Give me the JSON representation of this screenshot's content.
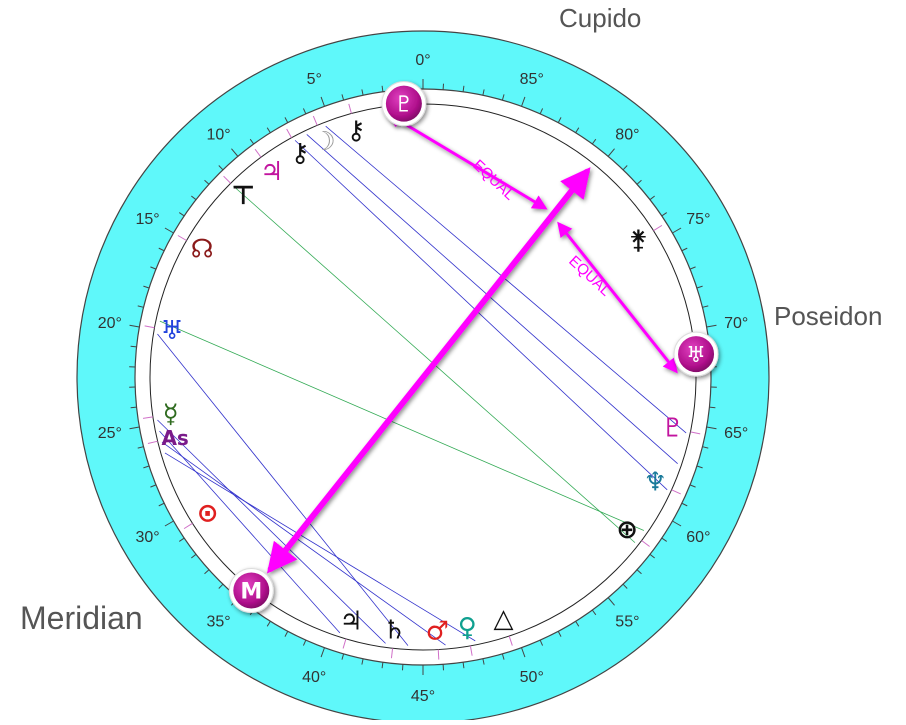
{
  "chart": {
    "center_labels": {
      "cupido": "Cupido",
      "poseidon": "Poseidon",
      "meridian": "Meridian"
    },
    "equal_labels": [
      "EQUAL",
      "EQUAL"
    ],
    "colors": {
      "ring": "#5ff8fa",
      "arrow": "#ff00ff",
      "aspect_line_blue": "#3333cc",
      "aspect_line_green": "#33aa55",
      "badge": "#c2149f",
      "tick": "#d070c8"
    },
    "degree_labels": [
      {
        "text": "0°",
        "deg": 0
      },
      {
        "text": "5°",
        "deg": 5
      },
      {
        "text": "10°",
        "deg": 10
      },
      {
        "text": "15°",
        "deg": 15
      },
      {
        "text": "20°",
        "deg": 20
      },
      {
        "text": "25°",
        "deg": 25
      },
      {
        "text": "30°",
        "deg": 30
      },
      {
        "text": "35°",
        "deg": 35
      },
      {
        "text": "40°",
        "deg": 40
      },
      {
        "text": "45°",
        "deg": 45
      },
      {
        "text": "50°",
        "deg": 50
      },
      {
        "text": "55°",
        "deg": 55
      },
      {
        "text": "60°",
        "deg": 60
      },
      {
        "text": "65°",
        "deg": 65
      },
      {
        "text": "70°",
        "deg": 70
      },
      {
        "text": "75°",
        "deg": 75
      },
      {
        "text": "80°",
        "deg": 80
      },
      {
        "text": "85°",
        "deg": 85
      }
    ],
    "badges": [
      {
        "name": "cupido-badge",
        "glyph": "♇",
        "deg": 1.0
      },
      {
        "name": "poseidon-badge",
        "glyph": "♅",
        "deg": 68.7
      },
      {
        "name": "meridian-badge",
        "glyph": "M",
        "deg": 35.3
      }
    ],
    "bodies": [
      {
        "name": "apollon-glyph",
        "glyph": "⚷",
        "deg": 3.8,
        "color": "#111111"
      },
      {
        "name": "moon-glyph",
        "glyph": "☽",
        "deg": 5.7,
        "color": "#9a9a9a"
      },
      {
        "name": "chiron-glyph",
        "glyph": "⚷",
        "deg": 7.2,
        "color": "#111111"
      },
      {
        "name": "jupiter-glyph",
        "glyph": "♃",
        "deg": 9.1,
        "color": "#c2149f"
      },
      {
        "name": "hades-glyph",
        "glyph": "⊤",
        "deg": 11.2,
        "color": "#111111"
      },
      {
        "name": "north-node-glyph",
        "glyph": "☊",
        "deg": 15.0,
        "color": "#8b1a1a"
      },
      {
        "name": "uranus-glyph",
        "glyph": "♅",
        "deg": 19.9,
        "color": "#2244dd"
      },
      {
        "name": "mercury-glyph",
        "glyph": "☿",
        "deg": 24.6,
        "color": "#2f6b1f"
      },
      {
        "name": "ascendant-glyph",
        "glyph": "As",
        "deg": 25.9,
        "color": "#7a1a8a"
      },
      {
        "name": "sun-glyph",
        "glyph": "⊙",
        "deg": 30.6,
        "color": "#e02020"
      },
      {
        "name": "kronos-glyph",
        "glyph": "♃",
        "deg": 40.9,
        "color": "#111111"
      },
      {
        "name": "saturn-glyph",
        "glyph": "♄",
        "deg": 43.4,
        "color": "#111111"
      },
      {
        "name": "mars-glyph",
        "glyph": "♂",
        "deg": 45.8,
        "color": "#e02020"
      },
      {
        "name": "venus-glyph",
        "glyph": "♀",
        "deg": 47.5,
        "color": "#10a090"
      },
      {
        "name": "vulkanus-glyph",
        "glyph": "△",
        "deg": 49.6,
        "color": "#111111"
      },
      {
        "name": "admetos-glyph",
        "glyph": "⊕",
        "deg": 58.3,
        "color": "#111111"
      },
      {
        "name": "neptune-glyph",
        "glyph": "♆",
        "deg": 61.4,
        "color": "#1a7a9a"
      },
      {
        "name": "pluto-glyph",
        "glyph": "♇",
        "deg": 64.6,
        "color": "#c2149f"
      },
      {
        "name": "zeus-glyph",
        "glyph": "⚵",
        "deg": 75.6,
        "color": "#111111"
      }
    ],
    "aspect_lines": [
      {
        "from": 11.2,
        "to": 58.0,
        "color": "green"
      },
      {
        "from": 19.5,
        "to": 58.8,
        "color": "green"
      },
      {
        "from": 5.3,
        "to": 64.5,
        "color": "blue"
      },
      {
        "from": 6.4,
        "to": 62.8,
        "color": "blue"
      },
      {
        "from": 7.1,
        "to": 61.3,
        "color": "blue"
      },
      {
        "from": 20.2,
        "to": 44.2,
        "color": "blue"
      },
      {
        "from": 24.8,
        "to": 43.0,
        "color": "blue"
      },
      {
        "from": 25.4,
        "to": 40.5,
        "color": "blue"
      },
      {
        "from": 26.0,
        "to": 46.2,
        "color": "blue"
      },
      {
        "from": 26.6,
        "to": 47.8,
        "color": "blue"
      }
    ]
  }
}
